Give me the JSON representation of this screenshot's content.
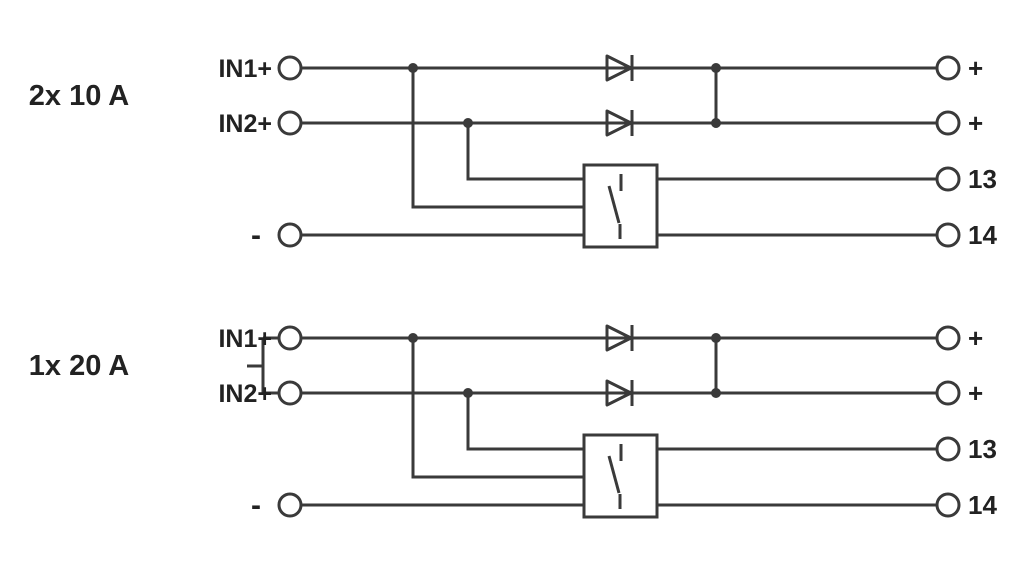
{
  "colors": {
    "line": "#3a3a3a",
    "text": "#222222",
    "background": "#ffffff"
  },
  "circuits": [
    {
      "rating": "2x 10 A",
      "inputs": {
        "in1": "IN1+",
        "in2": "IN2+",
        "minus": "-"
      },
      "outputs": {
        "plus1": "+",
        "plus2": "+",
        "contact13": "13",
        "contact14": "14"
      },
      "inputs_bridged": false,
      "symbols": [
        "diode-icon",
        "diode-icon",
        "switch-icon"
      ]
    },
    {
      "rating": "1x 20 A",
      "inputs": {
        "in1": "IN1+",
        "in2": "IN2+",
        "minus": "-"
      },
      "outputs": {
        "plus1": "+",
        "plus2": "+",
        "contact13": "13",
        "contact14": "14"
      },
      "inputs_bridged": true,
      "symbols": [
        "diode-icon",
        "diode-icon",
        "switch-icon"
      ]
    }
  ]
}
